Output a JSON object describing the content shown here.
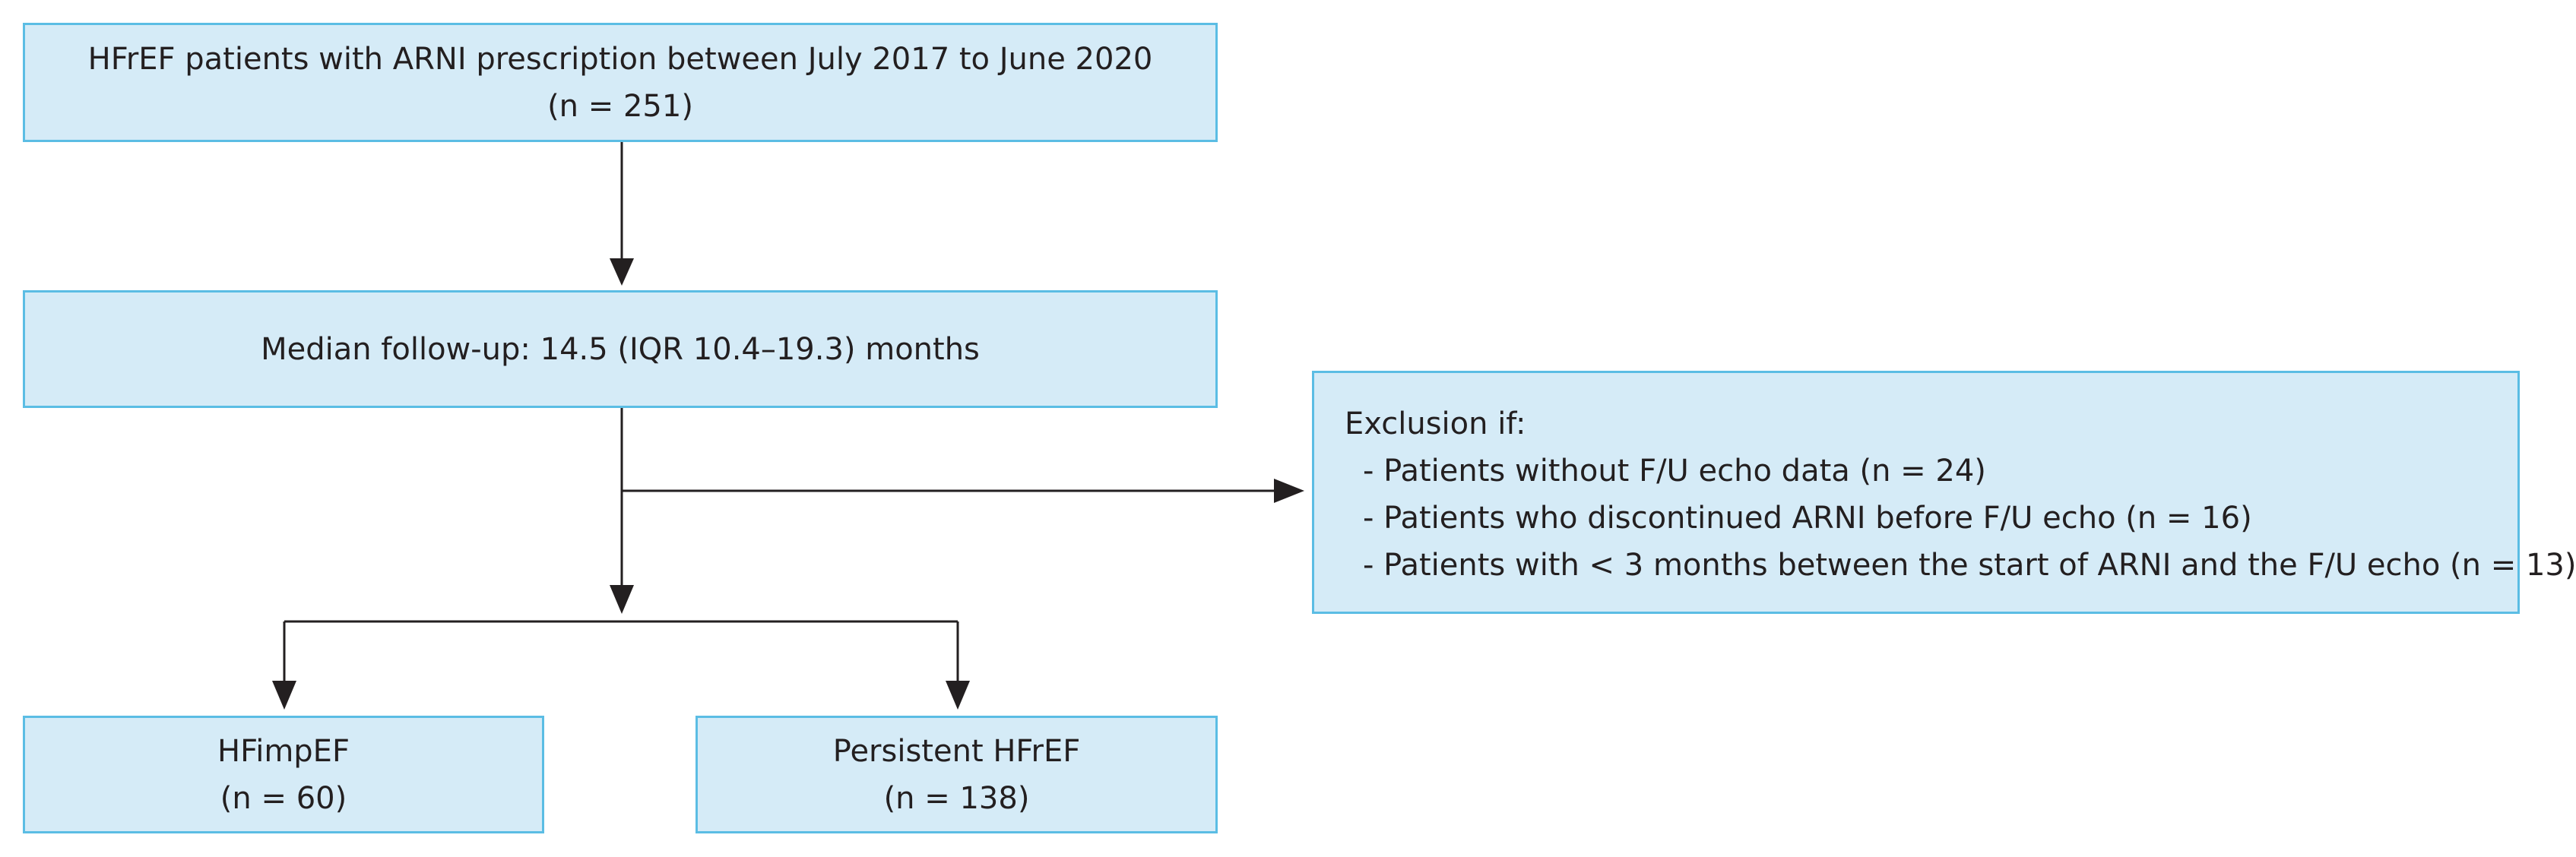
{
  "flowchart": {
    "start_box": {
      "line1": "HFrEF patients with ARNI prescription between July 2017 to June 2020",
      "line2": "(n = 251)"
    },
    "followup_box": {
      "text": "Median follow-up: 14.5 (IQR 10.4–19.3) months"
    },
    "exclusion_box": {
      "title": "Exclusion if:",
      "items": [
        "- Patients without F/U echo data (n = 24)",
        "- Patients who discontinued ARNI before F/U echo (n = 16)",
        "- Patients with < 3 months between the start of ARNI and the F/U echo (n = 13)"
      ]
    },
    "outcome_left": {
      "label": "HFimpEF",
      "count": "(n = 60)"
    },
    "outcome_right": {
      "label": "Persistent HFrEF",
      "count": "(n = 138)"
    },
    "colors": {
      "box_fill": "#d5ebf7",
      "box_border": "#5bbde4",
      "line": "#231f20"
    }
  }
}
